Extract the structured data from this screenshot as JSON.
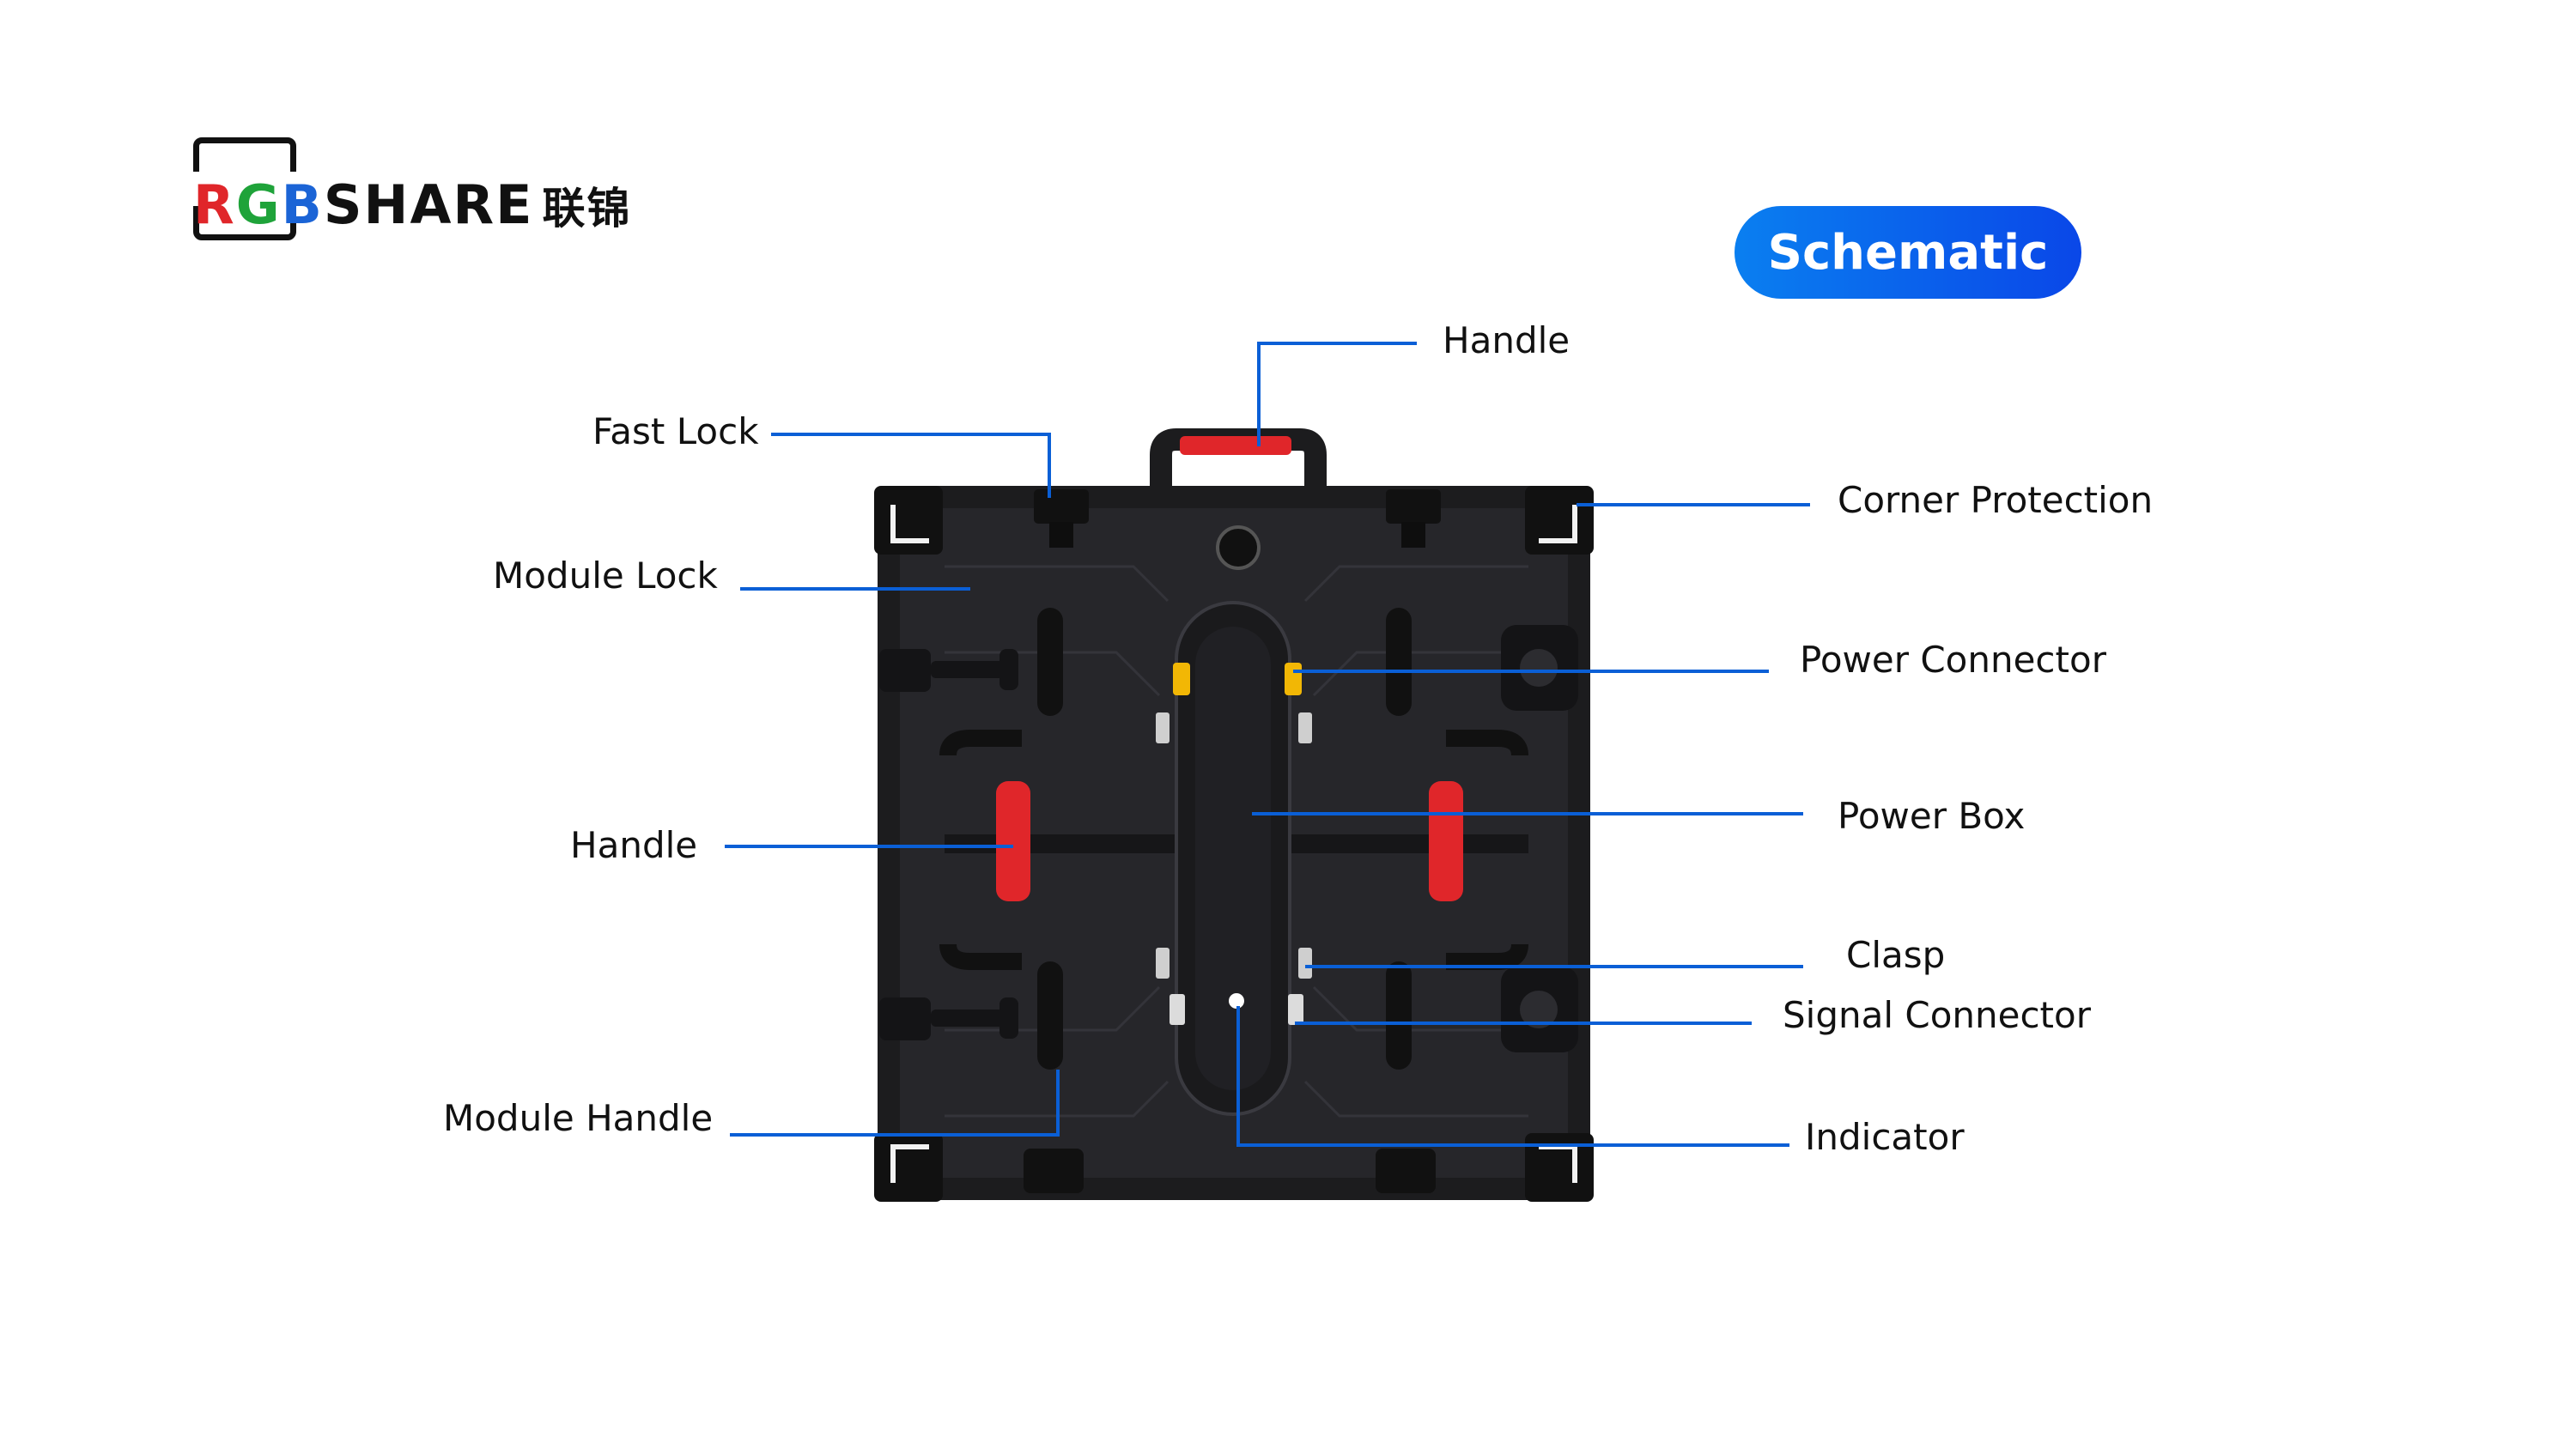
{
  "brand": {
    "logo_r": "R",
    "logo_g": "G",
    "logo_b": "B",
    "logo_share": "SHARE",
    "logo_cn": "联锦"
  },
  "badge": {
    "label": "Schematic"
  },
  "colors": {
    "leader_line": "#0a5fd6",
    "badge_start": "#0a7ff0",
    "badge_end": "#0a47e8",
    "handle_red": "#e0262a",
    "cabinet": "#1c1c1e",
    "connector_yellow": "#f2b705"
  },
  "labels": {
    "handle_top": "Handle",
    "fast_lock": "Fast Lock",
    "corner_protection": "Corner Protection",
    "module_lock": "Module Lock",
    "power_connector": "Power Connector",
    "handle_left": "Handle",
    "power_box": "Power Box",
    "clasp": "Clasp",
    "signal_connector": "Signal Connector",
    "module_handle": "Module Handle",
    "indicator": "Indicator"
  }
}
